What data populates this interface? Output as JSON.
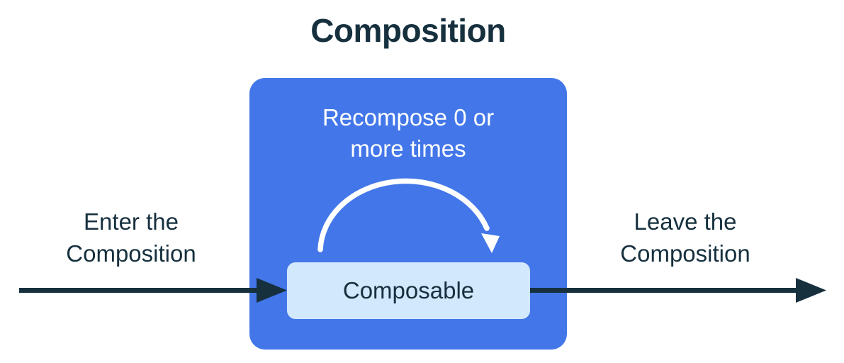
{
  "title": "Composition",
  "composition_box": {
    "recompose_lines": [
      "Recompose 0 or",
      "more times"
    ],
    "composable_label": "Composable"
  },
  "enter_label": {
    "lines": [
      "Enter the",
      "Composition"
    ]
  },
  "leave_label": {
    "lines": [
      "Leave the",
      "Composition"
    ]
  },
  "icons": {
    "enter_arrow": "right-arrow-icon",
    "leave_arrow": "right-arrow-icon",
    "recompose_arrow": "loop-arc-arrow-icon"
  },
  "colors": {
    "navy_text_and_arrows": "#16303E",
    "composition_box_blue": "#4377E9",
    "composable_box_light_blue": "#D2E8FC",
    "recompose_arc_white": "#FFFFFF",
    "background": "#FFFFFF"
  }
}
